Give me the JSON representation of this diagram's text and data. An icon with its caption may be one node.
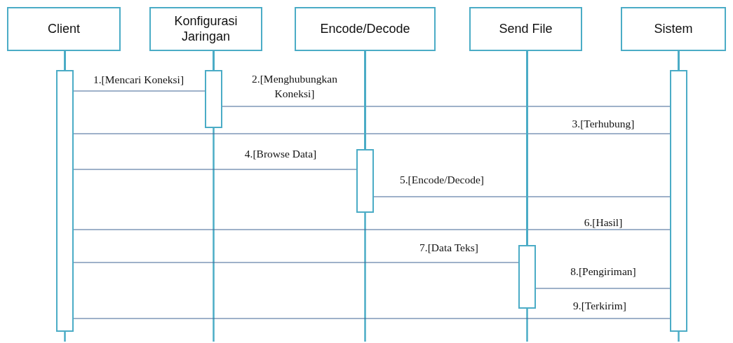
{
  "diagram": {
    "nodes": [
      {
        "text": [
          "Client"
        ]
      },
      {
        "text": [
          "Konfigurasi Jaringan"
        ]
      },
      {
        "text": [
          "Encode/Decode"
        ]
      },
      {
        "text": [
          "Send File"
        ]
      },
      {
        "text": [
          "Sistem"
        ]
      },
      {
        "text": [],
        "shape": "bar"
      },
      {
        "text": [],
        "shape": "bar"
      },
      {
        "text": [],
        "shape": "bar"
      },
      {
        "text": [],
        "shape": "bar"
      },
      {
        "text": [],
        "shape": "bar"
      }
    ],
    "edges": [
      {
        "from": 5,
        "to": 6,
        "arrow": "none",
        "label": "1.[Mencari Koneksi]"
      },
      {
        "from": 6,
        "to": 9,
        "arrow": "none",
        "label": "2.[Menghubungkan Koneksi]"
      },
      {
        "from": 9,
        "to": 5,
        "arrow": "none",
        "label": "3.[Terhubung]"
      },
      {
        "from": 5,
        "to": 7,
        "arrow": "none",
        "label": "4.[Browse Data]"
      },
      {
        "from": 7,
        "to": 9,
        "arrow": "none",
        "label": "5.[Encode/Decode]"
      },
      {
        "from": 9,
        "to": 5,
        "arrow": "none",
        "label": "6.[Hasil]"
      },
      {
        "from": 5,
        "to": 8,
        "arrow": "none",
        "label": "7.[Data Teks]"
      },
      {
        "from": 8,
        "to": 9,
        "arrow": "none",
        "label": "8.[Pengiriman]"
      },
      {
        "from": 9,
        "to": 5,
        "arrow": "none",
        "label": "9.[Terkirim]"
      },
      {
        "from": 0,
        "to": 5,
        "arrow": "none",
        "style": "thick",
        "color": "#4bacc6"
      },
      {
        "from": 1,
        "to": 6,
        "arrow": "none",
        "style": "thick",
        "color": "#4bacc6"
      },
      {
        "from": 2,
        "to": 7,
        "arrow": "none",
        "style": "thick",
        "color": "#4bacc6"
      },
      {
        "from": 3,
        "to": 8,
        "arrow": "none",
        "style": "thick",
        "color": "#4bacc6"
      },
      {
        "from": 4,
        "to": 9,
        "arrow": "none",
        "style": "thick",
        "color": "#4bacc6"
      }
    ]
  }
}
